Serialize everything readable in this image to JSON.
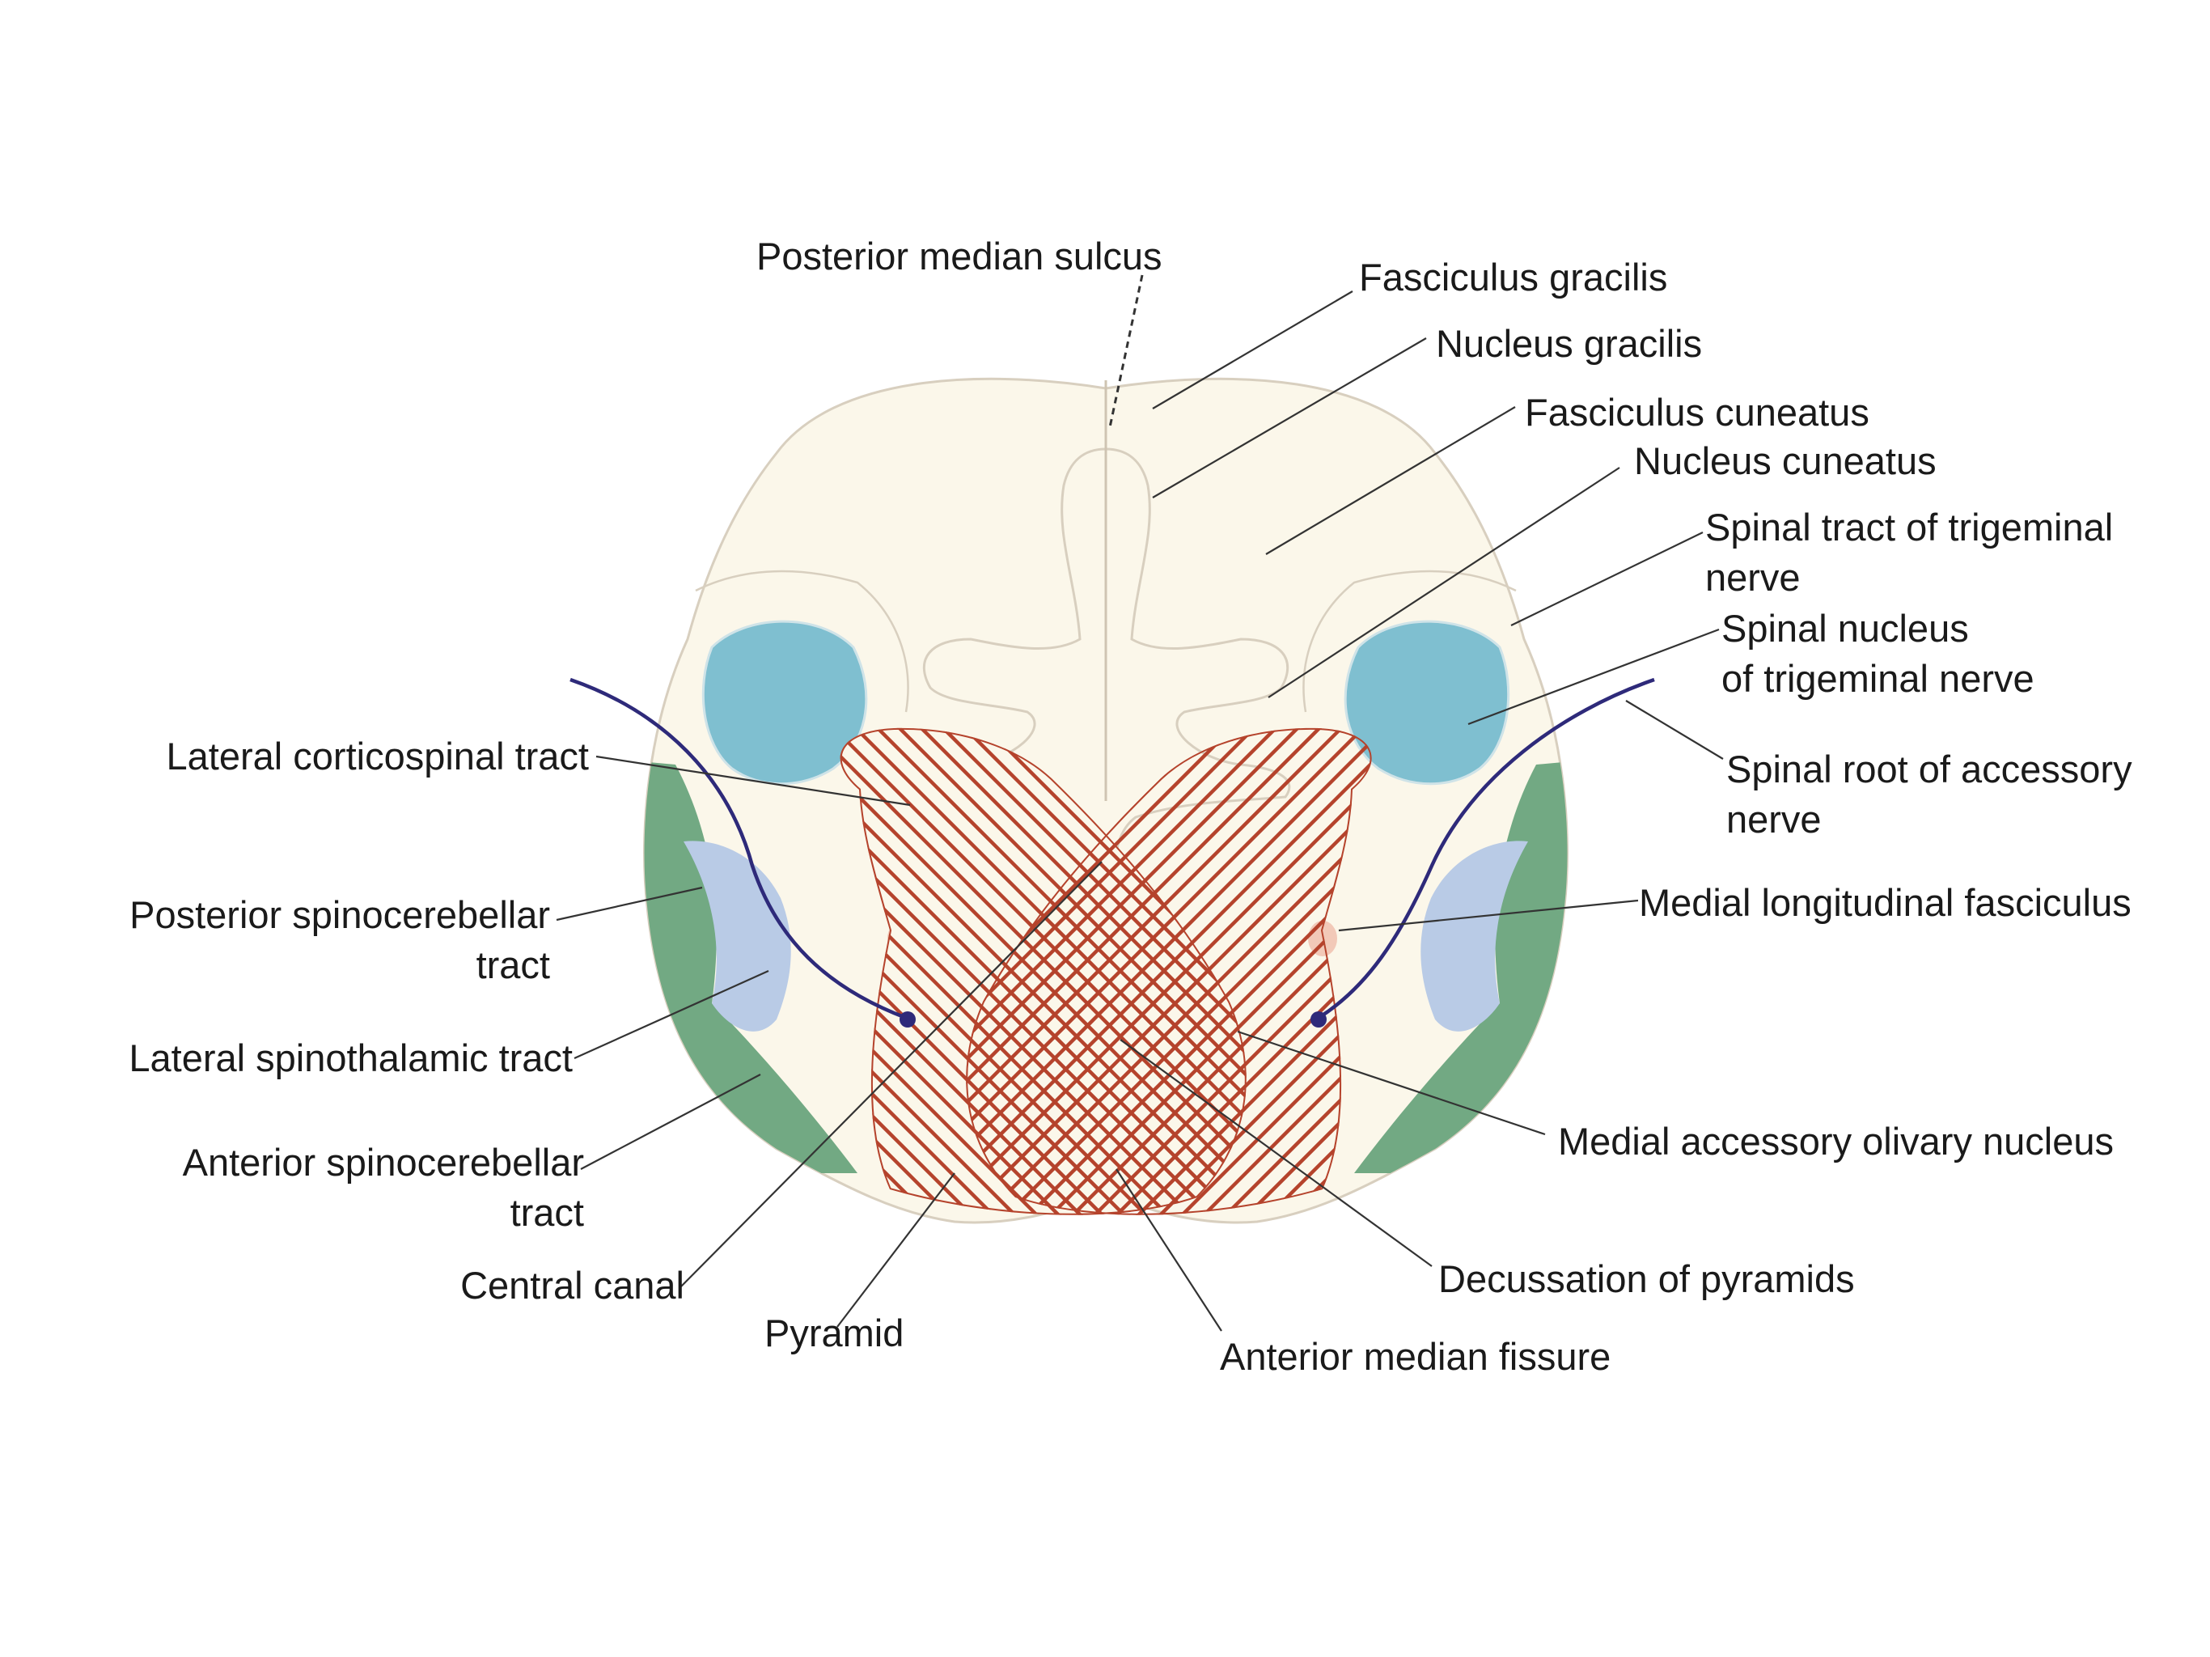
{
  "labels": {
    "posterior_median_sulcus": "Posterior median sulcus",
    "fasciculus_gracilis": "Fasciculus gracilis",
    "nucleus_gracilis": "Nucleus gracilis",
    "fasciculus_cuneatus": "Fasciculus cuneatus",
    "nucleus_cuneatus": "Nucleus cuneatus",
    "spinal_tract_trigeminal_1": "Spinal tract of trigeminal",
    "spinal_tract_trigeminal_2": "nerve",
    "spinal_nucleus_trigeminal_1": "Spinal nucleus",
    "spinal_nucleus_trigeminal_2": "of trigeminal nerve",
    "spinal_root_accessory_1": "Spinal root of accessory",
    "spinal_root_accessory_2": "nerve",
    "medial_longitudinal_fasciculus": "Medial longitudinal fasciculus",
    "medial_accessory_olivary_nucleus": "Medial accessory olivary nucleus",
    "decussation_of_pyramids": "Decussation of pyramids",
    "anterior_median_fissure": "Anterior median fissure",
    "pyramid": "Pyramid",
    "central_canal": "Central canal",
    "anterior_spinocerebellar_1": "Anterior spinocerebellar",
    "anterior_spinocerebellar_2": "tract",
    "lateral_spinothalamic": "Lateral spinothalamic tract",
    "posterior_spinocerebellar_1": "Posterior spinocerebellar",
    "posterior_spinocerebellar_2": "tract",
    "lateral_corticospinal": "Lateral corticospinal tract"
  },
  "colors": {
    "background": "#ffffff",
    "medulla_fill": "#fbf7ea",
    "medulla_outline": "#d8cfbf",
    "trigeminal_nucleus": "#7fbfd0",
    "spinocerebellar_tract": "#72a983",
    "spinothalamic_tract": "#b9cbe6",
    "pyramid_hatch": "#b5432c",
    "accessory_root": "#2e2a7a",
    "mlf": "#f2c9b8",
    "leader_line": "#333333"
  }
}
